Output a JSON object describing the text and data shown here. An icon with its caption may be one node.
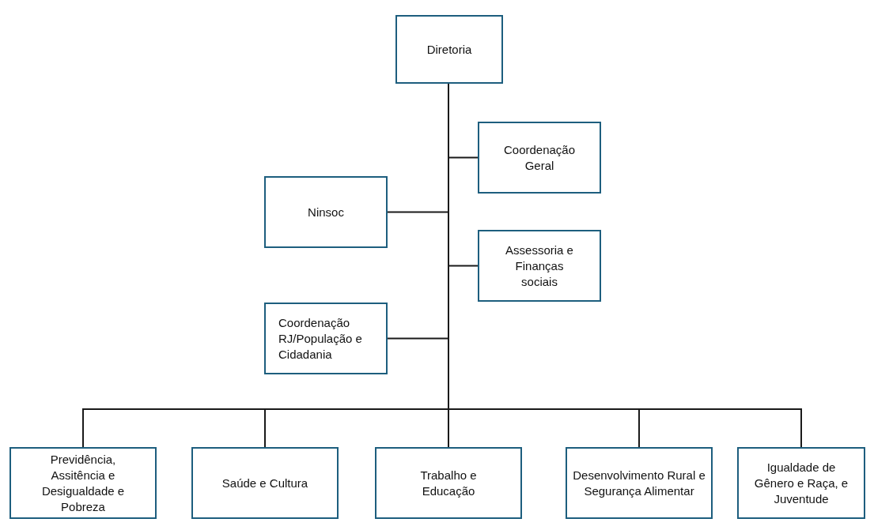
{
  "diagram": {
    "nodes": [
      {
        "text": [
          "Diretoria"
        ]
      },
      {
        "text": [
          "Coordenação Geral"
        ]
      },
      {
        "text": [
          "Ninsoc"
        ]
      },
      {
        "text": [
          "Assessoria e Finanças sociais"
        ]
      },
      {
        "text": [
          "Coordenação RJ/População e Cidadania"
        ]
      },
      {
        "text": [
          "Previdência, Assitência e Desigualdade e Pobreza"
        ]
      },
      {
        "text": [
          "Saúde e Cultura"
        ]
      },
      {
        "text": [
          "Trabalho e Educação"
        ]
      },
      {
        "text": [
          "Desenvolvimento Rural e Segurança Alimentar"
        ]
      },
      {
        "text": [
          "Igualdade de Gênero e Raça, e Juventude"
        ]
      }
    ],
    "edges": [
      {
        "from": 0,
        "to": 1,
        "arrow": "none"
      },
      {
        "from": 0,
        "to": 2,
        "arrow": "none"
      },
      {
        "from": 0,
        "to": 3,
        "arrow": "none"
      },
      {
        "from": 0,
        "to": 4,
        "arrow": "none"
      },
      {
        "from": 0,
        "to": 5,
        "arrow": "none"
      },
      {
        "from": 0,
        "to": 6,
        "arrow": "none"
      },
      {
        "from": 0,
        "to": 7,
        "arrow": "none"
      },
      {
        "from": 0,
        "to": 8,
        "arrow": "none"
      },
      {
        "from": 0,
        "to": 9,
        "arrow": "none"
      }
    ]
  }
}
